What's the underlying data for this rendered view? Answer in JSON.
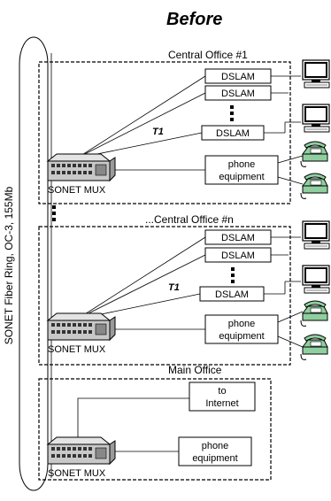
{
  "title": "Before",
  "ring_label": "SONET Fiber Ring, OC-3, 155Mb",
  "offices": [
    {
      "name": "Central Office #1",
      "dslams": [
        "DSLAM",
        "DSLAM",
        "DSLAM"
      ],
      "t1": "T1",
      "phone": [
        "phone",
        "equipment"
      ],
      "mux": "SONET MUX"
    },
    {
      "name": "...Central Office #n",
      "dslams": [
        "DSLAM",
        "DSLAM",
        "DSLAM"
      ],
      "t1": "T1",
      "phone": [
        "phone",
        "equipment"
      ],
      "mux": "SONET MUX"
    },
    {
      "name": "Main Office",
      "internet": [
        "to",
        "Internet"
      ],
      "phone": [
        "phone",
        "equipment"
      ],
      "mux": "SONET MUX"
    }
  ],
  "icons": [
    "computer-monitor-icon",
    "desk-phone-icon",
    "sonet-mux-icon"
  ],
  "colors": {
    "stroke": "#000000",
    "mux_body": "#c8c8c8",
    "phone_body": "#8fcf9f",
    "screen": "#ffffff"
  }
}
